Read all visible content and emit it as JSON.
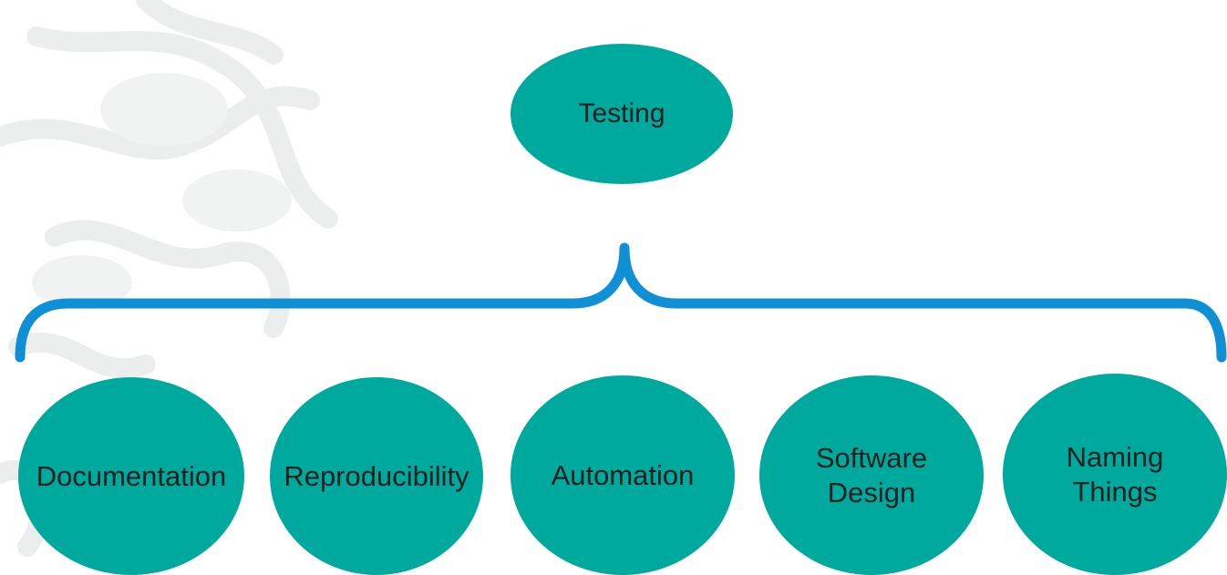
{
  "diagram": {
    "root": {
      "label": "Testing"
    },
    "children": [
      {
        "id": "documentation",
        "label": "Documentation"
      },
      {
        "id": "reproducibility",
        "label": "Reproducibility"
      },
      {
        "id": "automation",
        "label": "Automation"
      },
      {
        "id": "software-design",
        "label": "Software\nDesign"
      },
      {
        "id": "naming-things",
        "label": "Naming\nThings"
      }
    ],
    "colors": {
      "node_fill": "#00a99d",
      "bracket": "#0f8fd6",
      "text": "#1f1f1f",
      "background_art": "#eef0f0"
    }
  }
}
